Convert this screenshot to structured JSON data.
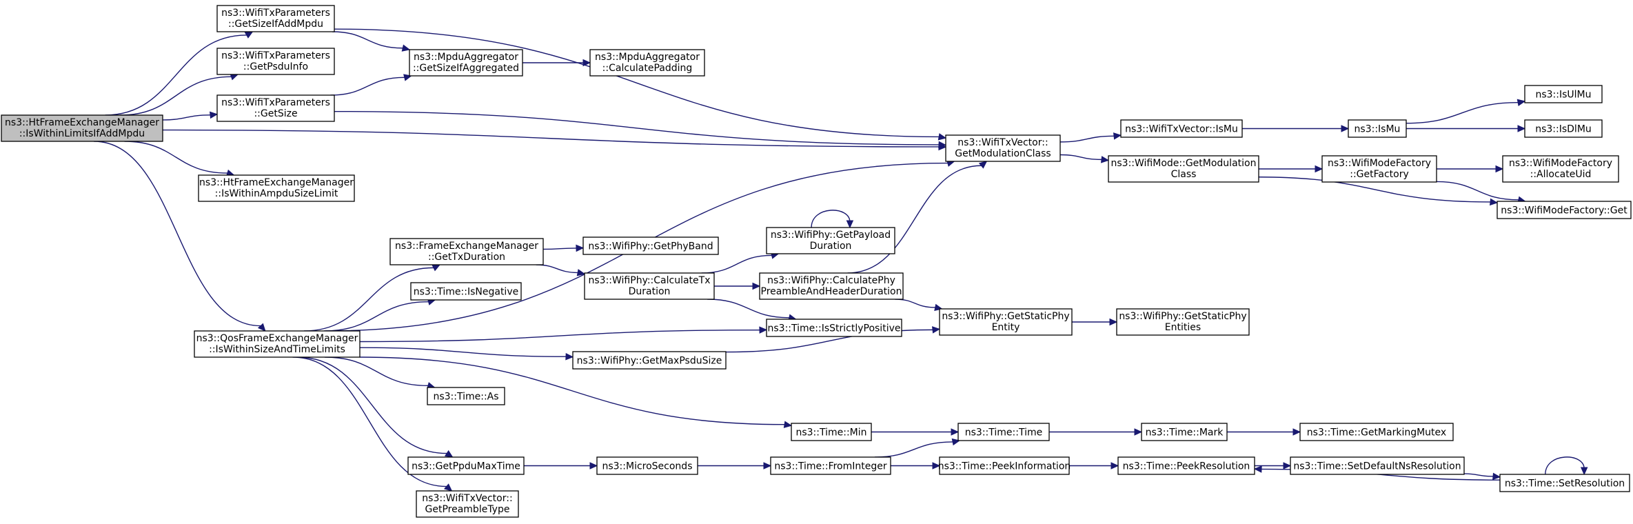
{
  "colors": {
    "edge": "#191970",
    "root_fill": "#bfbfbf",
    "node_fill": "#ffffff",
    "node_border": "#000000"
  },
  "nodes": {
    "root": {
      "line1": "ns3::HtFrameExchangeManager",
      "line2": "::IsWithinLimitsIfAddMpdu"
    },
    "gsiam": {
      "line1": "ns3::WifiTxParameters",
      "line2": "::GetSizeIfAddMpdu"
    },
    "gpi": {
      "line1": "ns3::WifiTxParameters",
      "line2": "::GetPsduInfo"
    },
    "gs": {
      "line1": "ns3::WifiTxParameters",
      "line2": "::GetSize"
    },
    "iwaml": {
      "line1": "ns3::HtFrameExchangeManager",
      "line2": "::IsWithinAmpduSizeLimit"
    },
    "qfem": {
      "line1": "ns3::QosFrameExchangeManager",
      "line2": "::IsWithinSizeAndTimeLimits"
    },
    "magsia": {
      "line1": "ns3::MpduAggregator",
      "line2": "::GetSizeIfAggregated"
    },
    "macp": {
      "line1": "ns3::MpduAggregator",
      "line2": "::CalculatePadding"
    },
    "fgtd": {
      "line1": "ns3::FrameExchangeManager",
      "line2": "::GetTxDuration"
    },
    "tisneg": {
      "line1": "ns3::Time::IsNegative"
    },
    "tas": {
      "line1": "ns3::Time::As"
    },
    "gpmt": {
      "line1": "ns3::GetPpduMaxTime"
    },
    "gpt": {
      "line1": "ns3::WifiTxVector::",
      "line2": "GetPreambleType"
    },
    "gpb": {
      "line1": "ns3::WifiPhy::GetPhyBand"
    },
    "ctd": {
      "line1": "ns3::WifiPhy::CalculateTx",
      "line2": "Duration"
    },
    "gmps": {
      "line1": "ns3::WifiPhy::GetMaxPsduSize"
    },
    "micro": {
      "line1": "ns3::MicroSeconds"
    },
    "gpd": {
      "line1": "ns3::WifiPhy::GetPayload",
      "line2": "Duration"
    },
    "cpphd": {
      "line1": "ns3::WifiPhy::CalculatePhy",
      "line2": "PreambleAndHeaderDuration"
    },
    "tisp": {
      "line1": "ns3::Time::IsStrictlyPositive"
    },
    "tmin": {
      "line1": "ns3::Time::Min"
    },
    "tfi": {
      "line1": "ns3::Time::FromInteger"
    },
    "gmc": {
      "line1": "ns3::WifiTxVector::",
      "line2": "GetModulationClass"
    },
    "gspe": {
      "line1": "ns3::WifiPhy::GetStaticPhy",
      "line2": "Entity"
    },
    "ttime": {
      "line1": "ns3::Time::Time"
    },
    "tpi": {
      "line1": "ns3::Time::PeekInformation"
    },
    "txismu": {
      "line1": "ns3::WifiTxVector::IsMu"
    },
    "wmgmc": {
      "line1": "ns3::WifiMode::GetModulation",
      "line2": "Class"
    },
    "gspes": {
      "line1": "ns3::WifiPhy::GetStaticPhy",
      "line2": "Entities"
    },
    "tmark": {
      "line1": "ns3::Time::Mark"
    },
    "tpr": {
      "line1": "ns3::Time::PeekResolution"
    },
    "ismu": {
      "line1": "ns3::IsMu"
    },
    "wmfgf": {
      "line1": "ns3::WifiModeFactory",
      "line2": "::GetFactory"
    },
    "tgmm": {
      "line1": "ns3::Time::GetMarkingMutex"
    },
    "tsdnr": {
      "line1": "ns3::Time::SetDefaultNsResolution"
    },
    "isulmu": {
      "line1": "ns3::IsUlMu"
    },
    "isdlmu": {
      "line1": "ns3::IsDlMu"
    },
    "wmfau": {
      "line1": "ns3::WifiModeFactory",
      "line2": "::AllocateUid"
    },
    "wmfget": {
      "line1": "ns3::WifiModeFactory::Get"
    },
    "tsr": {
      "line1": "ns3::Time::SetResolution"
    }
  },
  "edges": [
    [
      "root",
      "gsiam"
    ],
    [
      "root",
      "gpi"
    ],
    [
      "root",
      "gs"
    ],
    [
      "root",
      "gmc"
    ],
    [
      "root",
      "iwaml"
    ],
    [
      "root",
      "qfem"
    ],
    [
      "gsiam",
      "magsia"
    ],
    [
      "gsiam",
      "gmc"
    ],
    [
      "gs",
      "magsia"
    ],
    [
      "gs",
      "gmc"
    ],
    [
      "magsia",
      "macp"
    ],
    [
      "qfem",
      "gmc"
    ],
    [
      "qfem",
      "fgtd"
    ],
    [
      "qfem",
      "tisneg"
    ],
    [
      "qfem",
      "tisp"
    ],
    [
      "qfem",
      "gmps"
    ],
    [
      "qfem",
      "tas"
    ],
    [
      "qfem",
      "tmin"
    ],
    [
      "qfem",
      "gpmt"
    ],
    [
      "qfem",
      "gpt"
    ],
    [
      "fgtd",
      "gpb"
    ],
    [
      "fgtd",
      "ctd"
    ],
    [
      "ctd",
      "gpd"
    ],
    [
      "ctd",
      "cpphd"
    ],
    [
      "ctd",
      "tisp"
    ],
    [
      "gpd",
      "gpd"
    ],
    [
      "cpphd",
      "gmc"
    ],
    [
      "cpphd",
      "gspe"
    ],
    [
      "gmps",
      "gspe"
    ],
    [
      "gspe",
      "gspes"
    ],
    [
      "gmc",
      "txismu"
    ],
    [
      "gmc",
      "wmgmc"
    ],
    [
      "txismu",
      "ismu"
    ],
    [
      "ismu",
      "isulmu"
    ],
    [
      "ismu",
      "isdlmu"
    ],
    [
      "wmgmc",
      "wmfgf"
    ],
    [
      "wmgmc",
      "wmfget"
    ],
    [
      "wmfgf",
      "wmfau"
    ],
    [
      "wmfgf",
      "wmfget"
    ],
    [
      "tmin",
      "ttime"
    ],
    [
      "ttime",
      "tmark"
    ],
    [
      "tmark",
      "tgmm"
    ],
    [
      "gpmt",
      "micro"
    ],
    [
      "micro",
      "tfi"
    ],
    [
      "tfi",
      "ttime"
    ],
    [
      "tfi",
      "tpi"
    ],
    [
      "tpi",
      "tpr"
    ],
    [
      "tpr",
      "tsdnr"
    ],
    [
      "tsdnr",
      "tsr"
    ],
    [
      "tsr",
      "tpr"
    ],
    [
      "tsr",
      "tsr"
    ]
  ]
}
